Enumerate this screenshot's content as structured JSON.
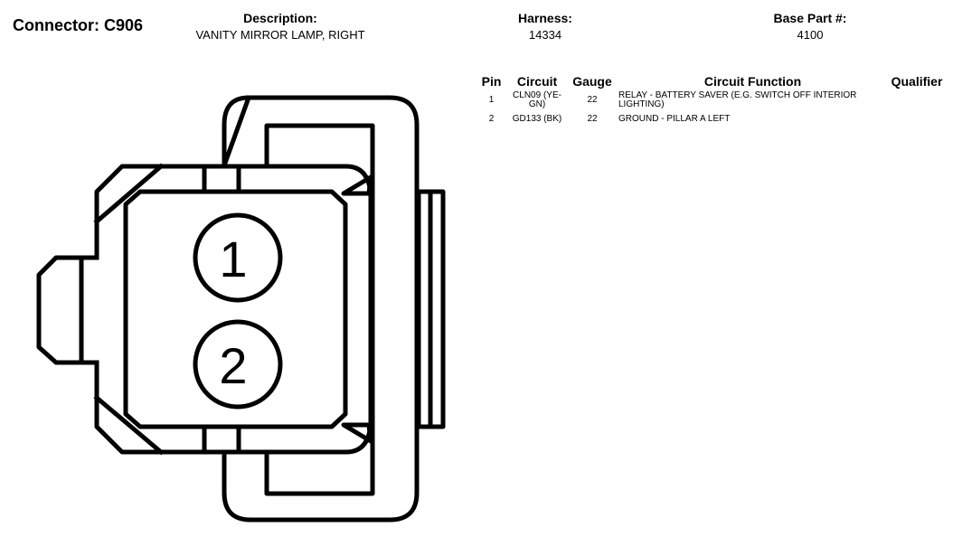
{
  "header": {
    "connector": "Connector: C906",
    "description_label": "Description:",
    "description_value": "VANITY MIRROR LAMP, RIGHT",
    "harness_label": "Harness:",
    "harness_value": "14334",
    "base_part_label": "Base Part #:",
    "base_part_value": "4100"
  },
  "pin_table": {
    "columns": [
      "Pin",
      "Circuit",
      "Gauge",
      "Circuit Function",
      "Qualifier"
    ],
    "rows": [
      {
        "pin": "1",
        "circuit": "CLN09 (YE-GN)",
        "gauge": "22",
        "function": "RELAY - BATTERY SAVER (E.G. SWITCH OFF INTERIOR LIGHTING)",
        "qualifier": ""
      },
      {
        "pin": "2",
        "circuit": "GD133 (BK)",
        "gauge": "22",
        "function": "GROUND - PILLAR A LEFT",
        "qualifier": ""
      }
    ]
  },
  "diagram": {
    "pin_labels": [
      "1",
      "2"
    ],
    "line_color": "#000000",
    "background_color": "#ffffff"
  }
}
